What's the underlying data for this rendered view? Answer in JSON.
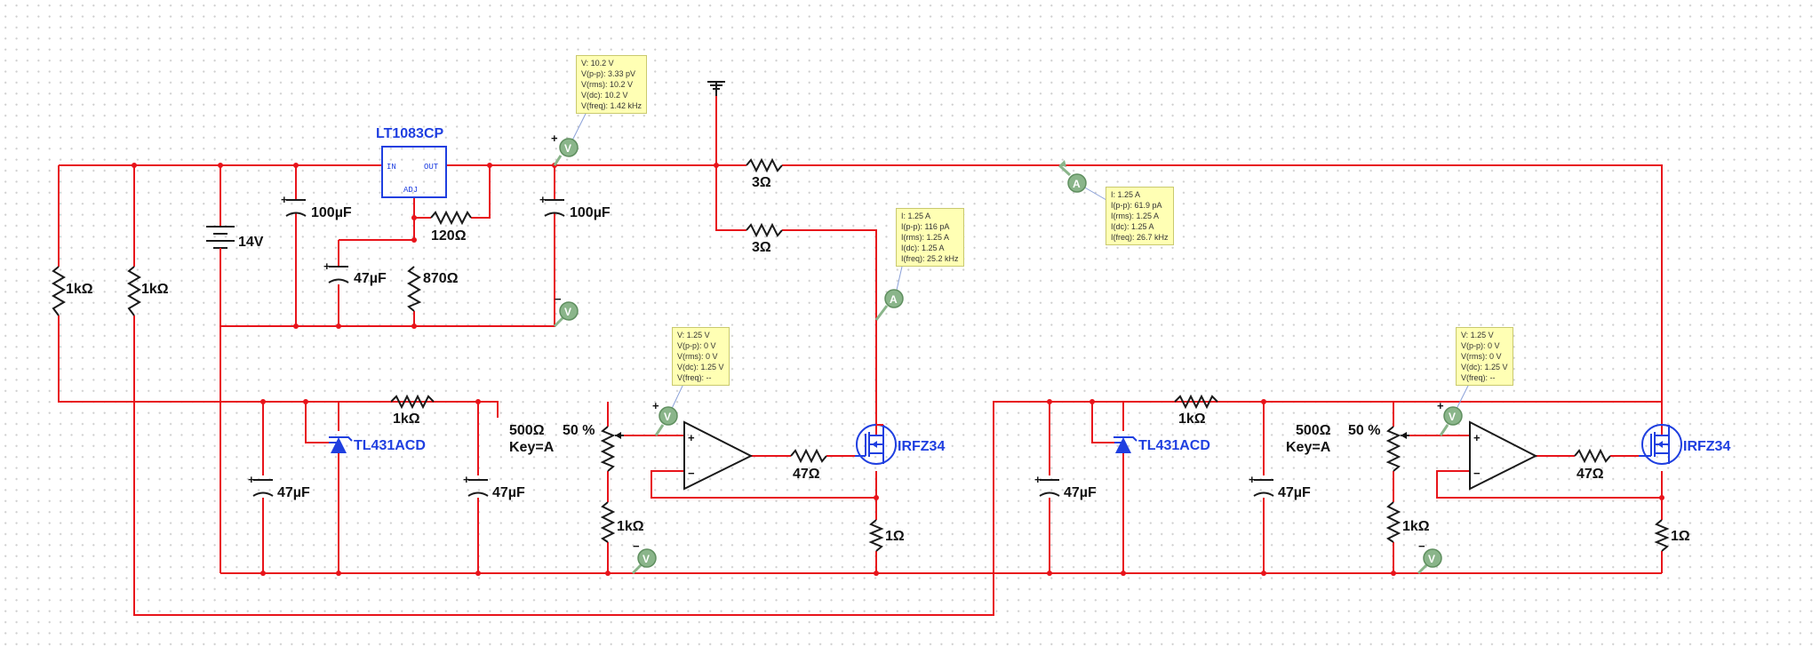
{
  "regulator": {
    "name": "LT1083CP",
    "pin_in": "IN",
    "pin_out": "OUT",
    "pin_adj": "ADJ"
  },
  "components": {
    "r_1k_a": "1kΩ",
    "r_1k_b": "1kΩ",
    "battery": "14V",
    "c_100u_1": "100µF",
    "c_100u_2": "100µF",
    "r_120": "120Ω",
    "r_870": "870Ω",
    "c_47u_adj": "47µF",
    "r_3_top": "3Ω",
    "r_3_mid": "3Ω",
    "tl431_1": "TL431ACD",
    "tl431_2": "TL431ACD",
    "r_1k_l_series": "1kΩ",
    "r_1k_r_series": "1kΩ",
    "c_47u_l1": "47µF",
    "c_47u_l2": "47µF",
    "c_47u_r1": "47µF",
    "c_47u_r2": "47µF",
    "pot_l_value": "500Ω",
    "pot_l_key": "Key=A",
    "pot_l_pct": "50 %",
    "pot_r_value": "500Ω",
    "pot_r_key": "Key=A",
    "pot_r_pct": "50 %",
    "r_1k_pot_l": "1kΩ",
    "r_1k_pot_r": "1kΩ",
    "r_47_l": "47Ω",
    "r_47_r": "47Ω",
    "mosfet_l": "IRFZ34",
    "mosfet_r": "IRFZ34",
    "r_1_l": "1Ω",
    "r_1_r": "1Ω"
  },
  "probes": {
    "voltmeter_symbol": "V",
    "ammeter_symbol": "A",
    "v_out": [
      "V: 10.2 V",
      "V(p-p): 3.33 pV",
      "V(rms): 10.2 V",
      "V(dc): 10.2 V",
      "V(freq): 1.42 kHz"
    ],
    "a_right": [
      "I: 1.25 A",
      "I(p-p): 61.9 pA",
      "I(rms): 1.25 A",
      "I(dc): 1.25 A",
      "I(freq): 26.7 kHz"
    ],
    "a_mid": [
      "I: 1.25 A",
      "I(p-p): 116 pA",
      "I(rms): 1.25 A",
      "I(dc): 1.25 A",
      "I(freq): 25.2 kHz"
    ],
    "v_pot_l": [
      "V: 1.25 V",
      "V(p-p): 0 V",
      "V(rms): 0 V",
      "V(dc): 1.25 V",
      "V(freq): --"
    ],
    "v_pot_r": [
      "V: 1.25 V",
      "V(p-p): 0 V",
      "V(rms): 0 V",
      "V(dc): 1.25 V",
      "V(freq): --"
    ]
  },
  "colors": {
    "wire": "#e8141b",
    "component_blue": "#1f3fe0",
    "probe_green": "#8ab58a",
    "tag_yellow": "#ffffb4"
  }
}
